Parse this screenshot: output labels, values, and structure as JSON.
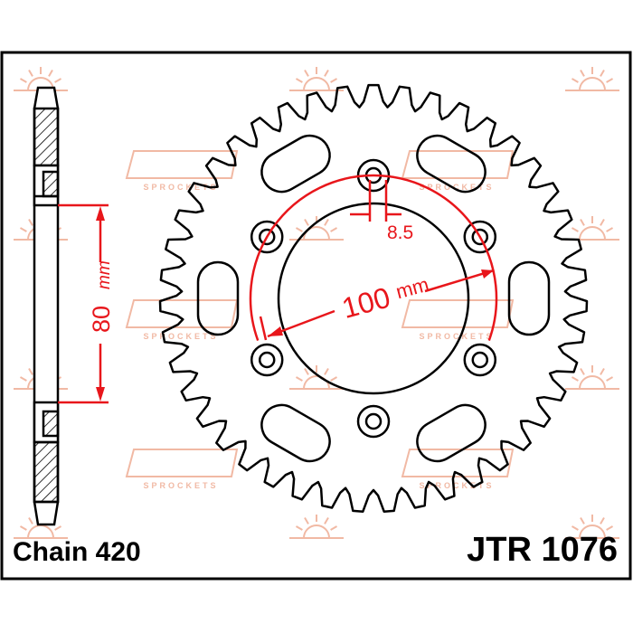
{
  "labels": {
    "chain": "Chain 420",
    "part_number": "JTR 1076"
  },
  "dimensions": {
    "hub_width": "80",
    "hub_width_unit": "mm",
    "bolt_circle": "100",
    "bolt_circle_unit": "mm",
    "bolt_hole": "8.5"
  },
  "sprocket": {
    "bolt_holes": 6,
    "lightening_slots": 6
  },
  "watermark": {
    "text": "SPROCKETS"
  },
  "colors": {
    "outline": "#000000",
    "dimension": "#e8161b",
    "watermark": "#f1b9a4"
  }
}
